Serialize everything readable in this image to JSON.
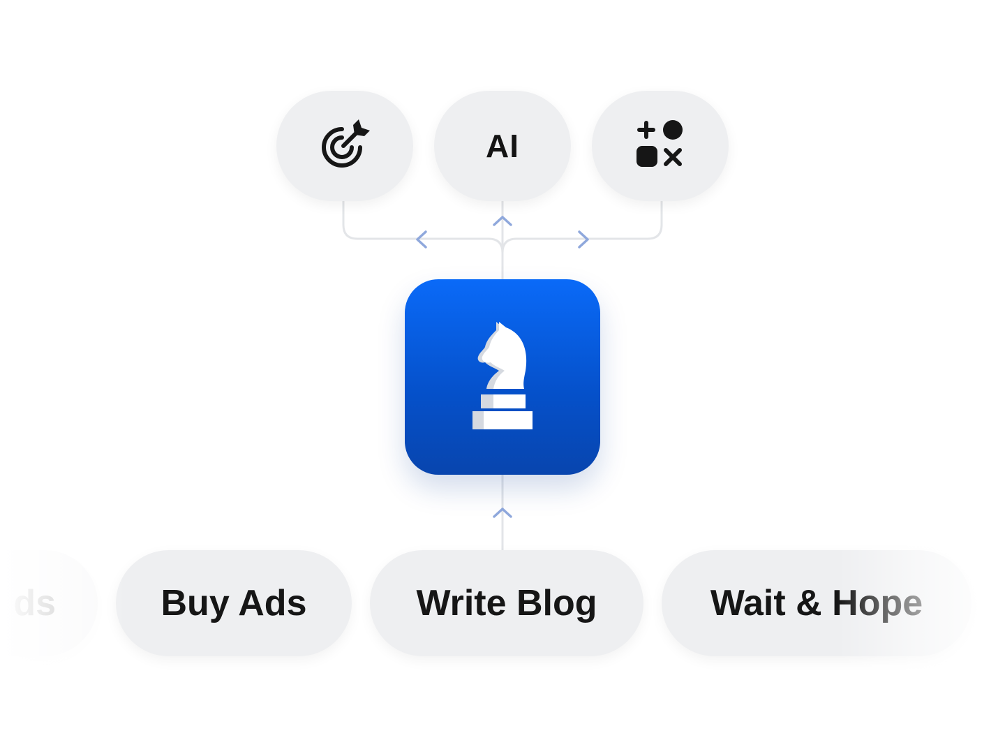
{
  "top_nodes": [
    {
      "id": "goal",
      "icon": "target-arrow-icon"
    },
    {
      "id": "ai",
      "label": "AI"
    },
    {
      "id": "tools",
      "icon": "plus-circle-square-x-icon"
    }
  ],
  "center_node": {
    "icon": "chess-knight-icon",
    "colors": {
      "top": "#0a6af8",
      "bottom": "#0845ae"
    }
  },
  "options": [
    {
      "label": "ds"
    },
    {
      "label": "Buy Ads"
    },
    {
      "label": "Write Blog"
    },
    {
      "label": "Wait & Hope"
    }
  ],
  "colors": {
    "connector": "#e3e5e8",
    "arrow": "#8fa8dc",
    "pill": "#eeeff1",
    "text": "#161616"
  }
}
